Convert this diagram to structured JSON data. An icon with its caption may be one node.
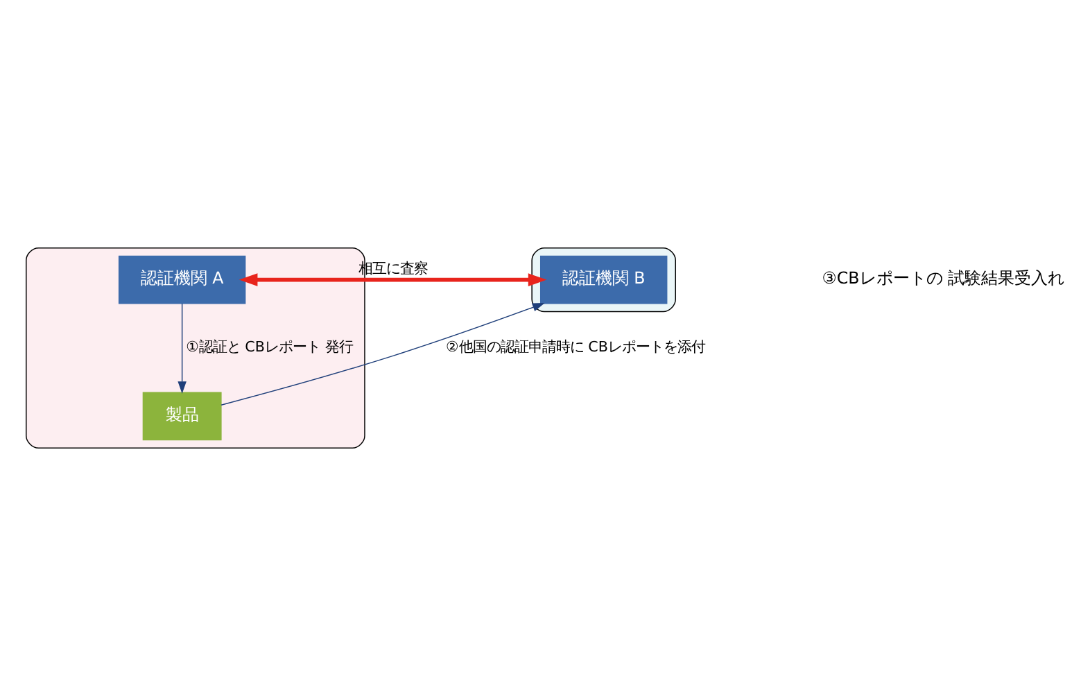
{
  "diagram": {
    "nodes": [
      {
        "text": [],
        "shape": "box"
      },
      {
        "text": [],
        "shape": "box"
      },
      {
        "text": [
          "認証機関 A"
        ],
        "in": 0
      },
      {
        "text": [
          "認証機関 B"
        ],
        "in": 1
      },
      {
        "text": [
          "製品"
        ],
        "in": 0
      }
    ],
    "edges": [
      {
        "from": 2,
        "to": 3,
        "arrow": "both",
        "label": "相互に査察",
        "style": "thick",
        "color": "#e8241c"
      },
      {
        "from": 2,
        "to": 4,
        "arrow": "to",
        "label": "①認証と CBレポート 発行"
      },
      {
        "from": 4,
        "to": 3,
        "arrow": "to",
        "label": "②他国の認証申請時に CBレポートを添付"
      }
    ],
    "labels": [
      "③CBレポートの 試験結果受入れ"
    ]
  }
}
